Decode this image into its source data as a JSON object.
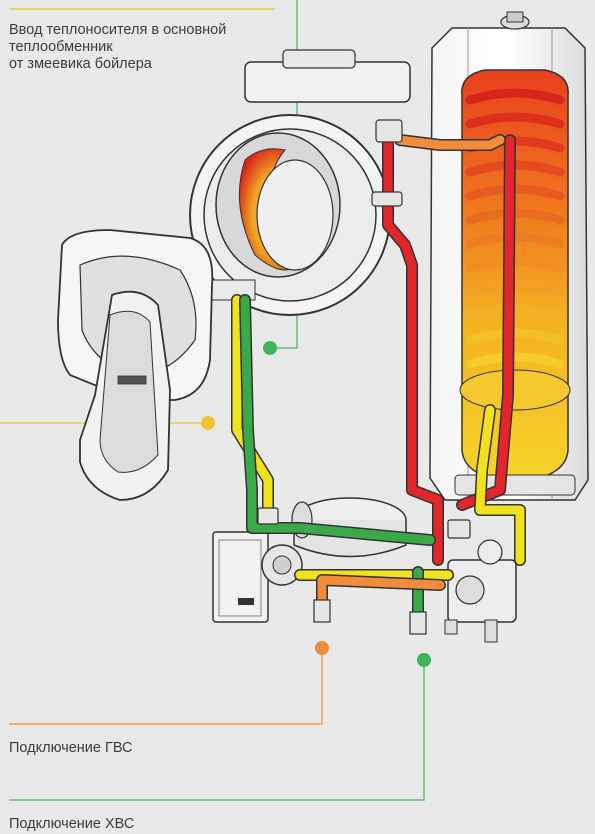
{
  "labels": {
    "coil_inlet": [
      "Ввод теплоносителя в основной",
      "теплообменник",
      "от змеевика бойлера"
    ],
    "dhw_connection": "Подключение ГВС",
    "cold_water_connection": "Подключение ХВС"
  },
  "colors": {
    "background": "#e9e9e9",
    "hot_pipe": "#e3262c",
    "warm_pipe": "#f0e21e",
    "dhw_pipe": "#f08c3a",
    "cold_pipe": "#3ba84a",
    "callout_yellow": "#f2c530",
    "callout_orange": "#f08c3a",
    "callout_green": "#3fb45a",
    "outline": "#333333"
  }
}
